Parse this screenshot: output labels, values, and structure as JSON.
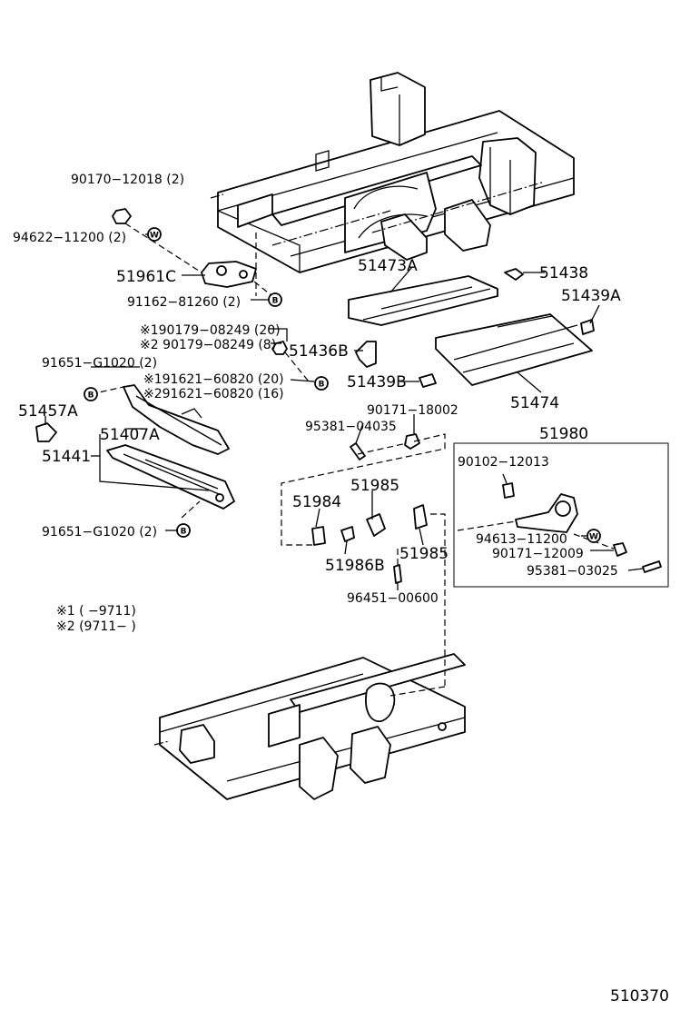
{
  "labels": {
    "p90170": "90170−12018 (2)",
    "p94622": "94622−11200 (2)",
    "p51961c": "51961C",
    "p91162": "91162−81260 (2)",
    "p51473a": "51473A",
    "p51438": "51438",
    "p51439a": "51439A",
    "note1a": "※190179−08249 (20)",
    "note1b": "※2 90179−08249 (8)",
    "p51436b": "51436B",
    "p91651a": "91651−G1020 (2)",
    "note2a": "※191621−60820 (20)",
    "note2b": "※291621−60820 (16)",
    "p51439b": "51439B",
    "p51474": "51474",
    "p51457a": "51457A",
    "p51407a": "51407A",
    "p51441": "51441",
    "p90171a": "90171−18002",
    "p95381a": "95381−04035",
    "p51980": "51980",
    "p90102": "90102−12013",
    "p51985a": "51985",
    "p51984": "51984",
    "p51985b": "51985",
    "p51986b": "51986B",
    "p94613": "94613−11200",
    "p90171b": "90171−12009",
    "p95381b": "95381−03025",
    "p96451": "96451−00600",
    "p91651b": "91651−G1020 (2)",
    "legend1": "※1  (         −9711)",
    "legend2": "※2  (9711−         )",
    "diagram_id": "510370"
  },
  "symbols": {
    "washer": "W",
    "bolt": "B"
  }
}
